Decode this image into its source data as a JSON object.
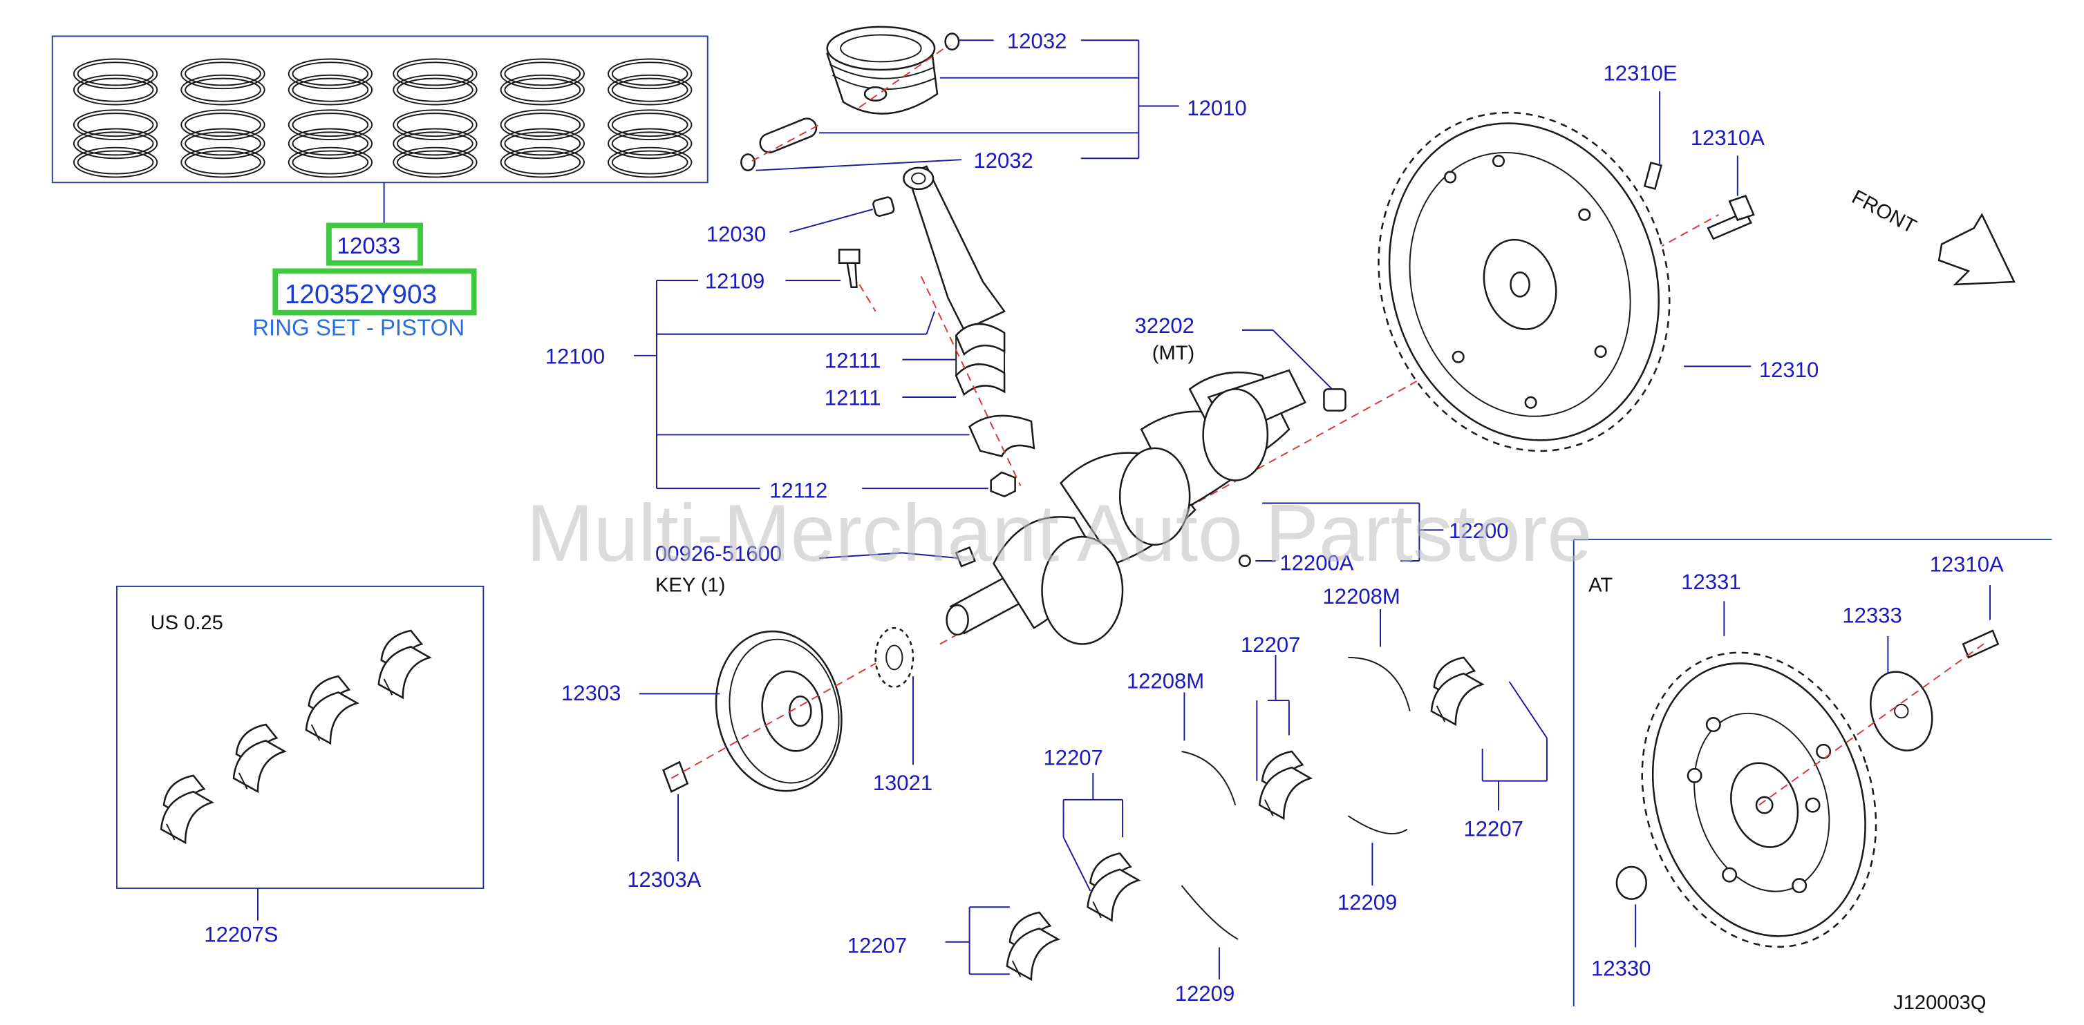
{
  "parts": {
    "p12033": "12033",
    "p120352Y903": "120352Y903",
    "ring_set_desc": "RING SET - PISTON",
    "p12032_top": "12032",
    "p12032_bottom": "12032",
    "p12010": "12010",
    "p12030": "12030",
    "p12109": "12109",
    "p12100": "12100",
    "p12111_a": "12111",
    "p12111_b": "12111",
    "p12112": "12112",
    "p00926_51600": "00926-51600",
    "key_note": "KEY   (1)",
    "p12310E": "12310E",
    "p12310A_top": "12310A",
    "front_label": "FRONT",
    "p32202": "32202",
    "mt_note": "(MT)",
    "p12310": "12310",
    "p12200": "12200",
    "p12200A": "12200A",
    "p12208M_a": "12208M",
    "p12208M_b": "12208M",
    "p12207_a": "12207",
    "p12207_b": "12207",
    "p12207_c": "12207",
    "p12207_d": "12207",
    "p12209_a": "12209",
    "p12209_b": "12209",
    "p12303": "12303",
    "p13021": "13021",
    "p12303A": "12303A",
    "us_note": "US   0.25",
    "p12207S": "12207S",
    "at_note": "AT",
    "p12331": "12331",
    "p12333": "12333",
    "p12310A_at": "12310A",
    "p12330": "12330",
    "diagram_id": "J120003Q"
  },
  "watermark": "Multi-Merchant Auto Partstore",
  "colors": {
    "part_number": "#1a1ac0",
    "highlight_border": "#3ec93e",
    "description": "#2a6de0",
    "axis_line": "#dd3333"
  }
}
